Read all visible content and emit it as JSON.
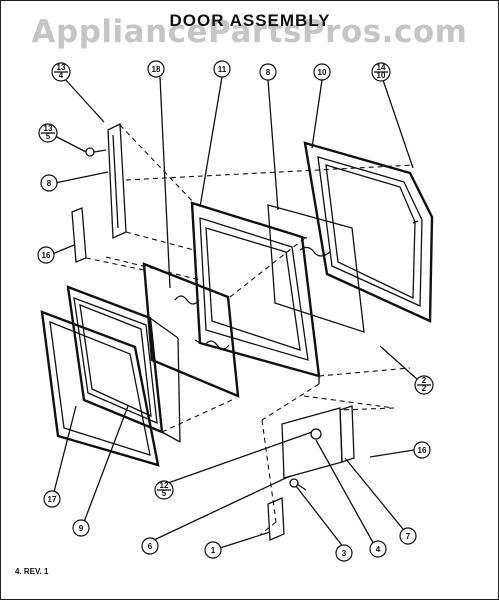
{
  "diagram": {
    "title": "DOOR ASSEMBLY",
    "watermark": "AppliancePartsPros.com",
    "footer": "4. REV. 1",
    "callouts": [
      {
        "id": "c1",
        "text": "1"
      },
      {
        "id": "c3",
        "text": "3"
      },
      {
        "id": "c4",
        "text": "4"
      },
      {
        "id": "c6",
        "text": "6"
      },
      {
        "id": "c7",
        "text": "7"
      },
      {
        "id": "c8a",
        "text": "8"
      },
      {
        "id": "c8b",
        "text": "8"
      },
      {
        "id": "c9",
        "text": "9"
      },
      {
        "id": "c10",
        "text": "10"
      },
      {
        "id": "c11",
        "text": "11"
      },
      {
        "id": "c16a",
        "text": "16"
      },
      {
        "id": "c16b",
        "text": "16"
      },
      {
        "id": "c17",
        "text": "17"
      },
      {
        "id": "c18",
        "text": "18"
      }
    ],
    "fraction_callouts": [
      {
        "id": "f13_4",
        "num": "13",
        "den": "4"
      },
      {
        "id": "f13_5",
        "num": "13",
        "den": "5"
      },
      {
        "id": "f14_10",
        "num": "14",
        "den": "10"
      },
      {
        "id": "f12_5",
        "num": "12",
        "den": "5"
      },
      {
        "id": "f2_2",
        "num": "2",
        "den": "2"
      }
    ]
  }
}
